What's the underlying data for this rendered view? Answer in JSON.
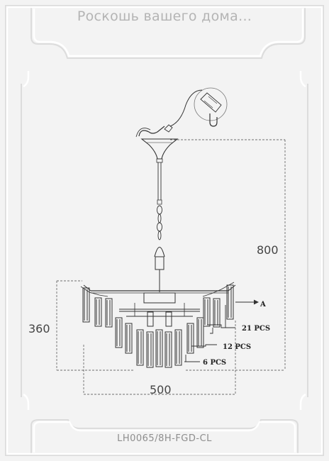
{
  "header": {
    "title": "Роскошь вашего дома..."
  },
  "footer": {
    "model_code": "LH0065/8H-FGD-CL"
  },
  "dimensions": {
    "height_total": "800",
    "height_body": "360",
    "width": "500"
  },
  "callouts": {
    "detail_a": "A",
    "tier_top": "21 PCS",
    "tier_middle": "12 PCS",
    "tier_bottom": "6 PCS"
  },
  "colors": {
    "background": "#f3f3f3",
    "frame_line": "#ffffff",
    "frame_shadow": "#dcdcdc",
    "drawing_line": "#333333",
    "dimension_line": "#444444"
  }
}
